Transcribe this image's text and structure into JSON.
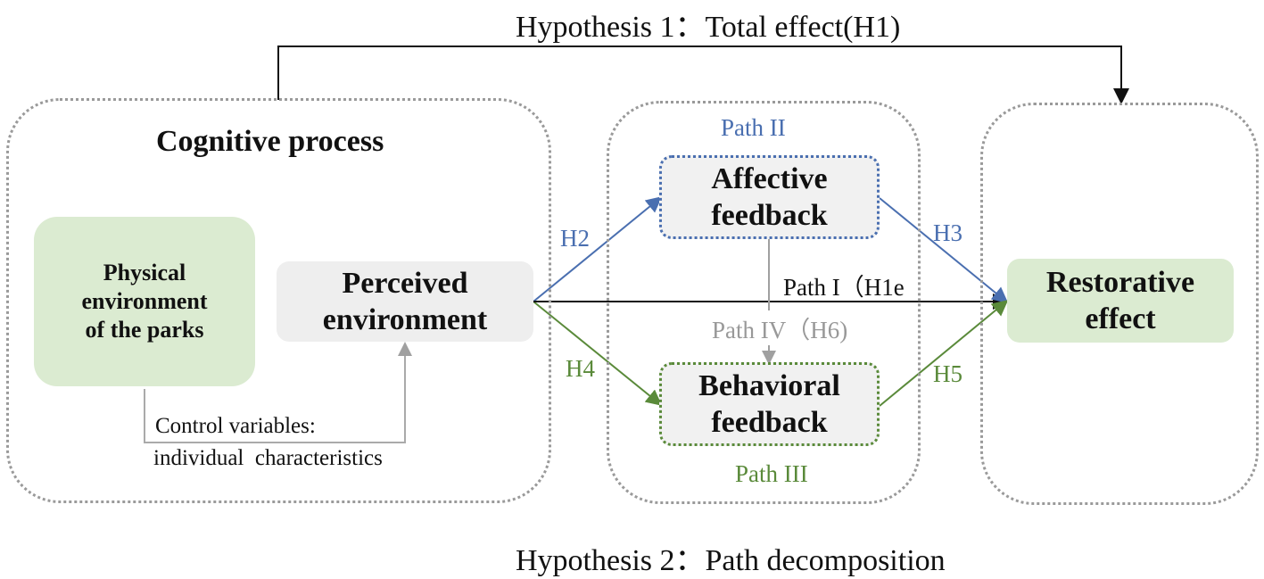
{
  "hypotheses": {
    "h1_title": "Hypothesis 1：Total effect(H1)",
    "h2_title": "Hypothesis 2：Path decomposition"
  },
  "regions": {
    "cognitive": {
      "title": "Cognitive process"
    }
  },
  "nodes": {
    "physical": {
      "line1": "Physical",
      "line2": "environment",
      "line3": "of the parks"
    },
    "perceived": {
      "line1": "Perceived",
      "line2": "environment"
    },
    "affective": {
      "line1": "Affective",
      "line2": "feedback"
    },
    "behavioral": {
      "line1": "Behavioral",
      "line2": "feedback"
    },
    "restorative": {
      "line1": "Restorative",
      "line2": "effect"
    }
  },
  "control": {
    "line1": "Control variables:",
    "line2": "individual  characteristics"
  },
  "paths": {
    "path1": "Path I（H1e",
    "path2": "Path II",
    "path3": "Path III",
    "path4": "Path IV（H6)",
    "h2": "H2",
    "h3": "H3",
    "h4": "H4",
    "h5": "H5"
  },
  "colors": {
    "blue": "#4a6fb0",
    "green": "#5a8a3a",
    "gray_arrow": "#a0a0a0",
    "black": "#111111",
    "node_green": "#dbebd1",
    "node_gray": "#eeeeee"
  }
}
